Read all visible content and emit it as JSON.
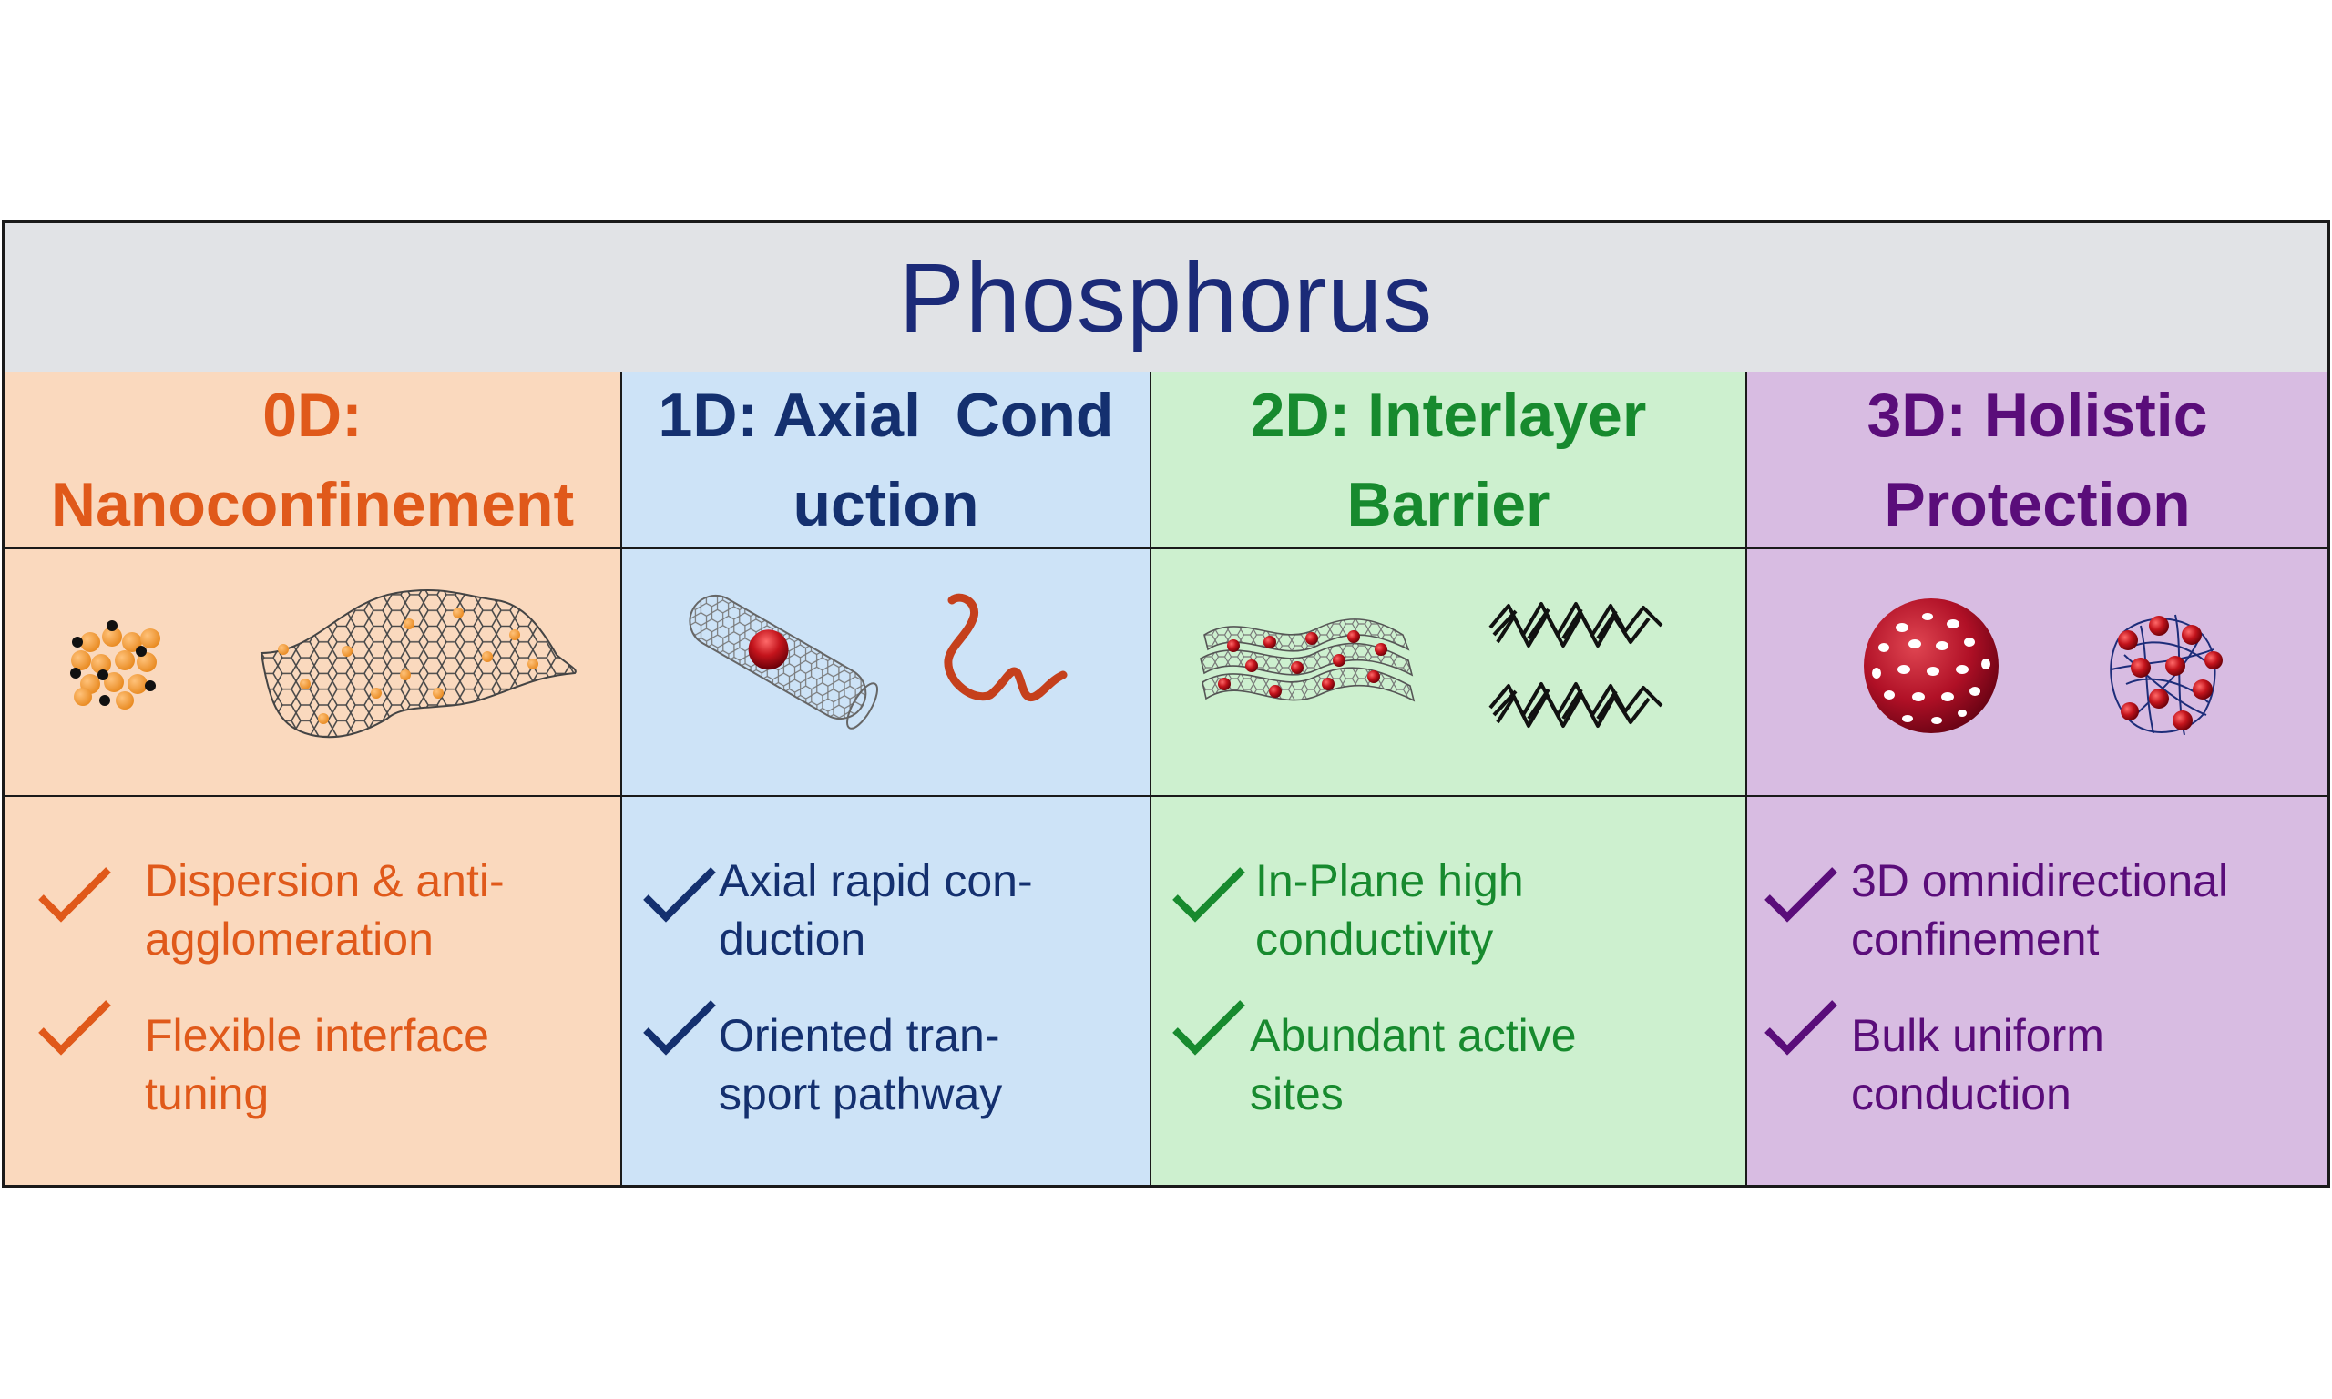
{
  "header": {
    "title": "Phosphorus"
  },
  "columns": [
    {
      "title_line1": "0D:",
      "title_line2": "Nanoconfinement",
      "color": "#e0591a",
      "background": "#fad9be",
      "items": [
        {
          "line1": "Dispersion & anti-",
          "line2": "agglomeration"
        },
        {
          "line1": "Flexible interface",
          "line2": "tuning"
        }
      ]
    },
    {
      "title_line1": "1D: Axial  Cond",
      "title_line2": "uction",
      "color": "#14306f",
      "background": "#cde3f7",
      "items": [
        {
          "line1": "Axial rapid con-",
          "line2": "duction"
        },
        {
          "line1": "Oriented tran-",
          "line2": "sport pathway"
        }
      ]
    },
    {
      "title_line1": "2D: Interlayer",
      "title_line2": "Barrier",
      "color": "#178a2e",
      "background": "#cdf0cf",
      "items": [
        {
          "line1": "In-Plane high",
          "line2": "conductivity"
        },
        {
          "line1": "Abundant active",
          "line2": "sites"
        }
      ]
    },
    {
      "title_line1": "3D: Holistic",
      "title_line2": "Protection",
      "color": "#5a0d7a",
      "background": "#d8bce2",
      "items": [
        {
          "line1": "3D omnidirectional",
          "line2": "confinement"
        },
        {
          "line1": "Bulk uniform",
          "line2": "conduction"
        }
      ]
    }
  ],
  "icons": {
    "check": "checkmark-icon",
    "0d_left": "nanoparticle-cluster-icon",
    "0d_right": "graphene-sheet-with-particles-icon",
    "1d_left": "carbon-nanotube-with-particle-icon",
    "1d_right": "phosphorus-chain-icon",
    "2d_left": "layered-graphene-with-particles-icon",
    "2d_right": "layered-phosphorene-icon",
    "3d_left": "porous-sphere-icon",
    "3d_right": "network-with-particles-icon"
  }
}
